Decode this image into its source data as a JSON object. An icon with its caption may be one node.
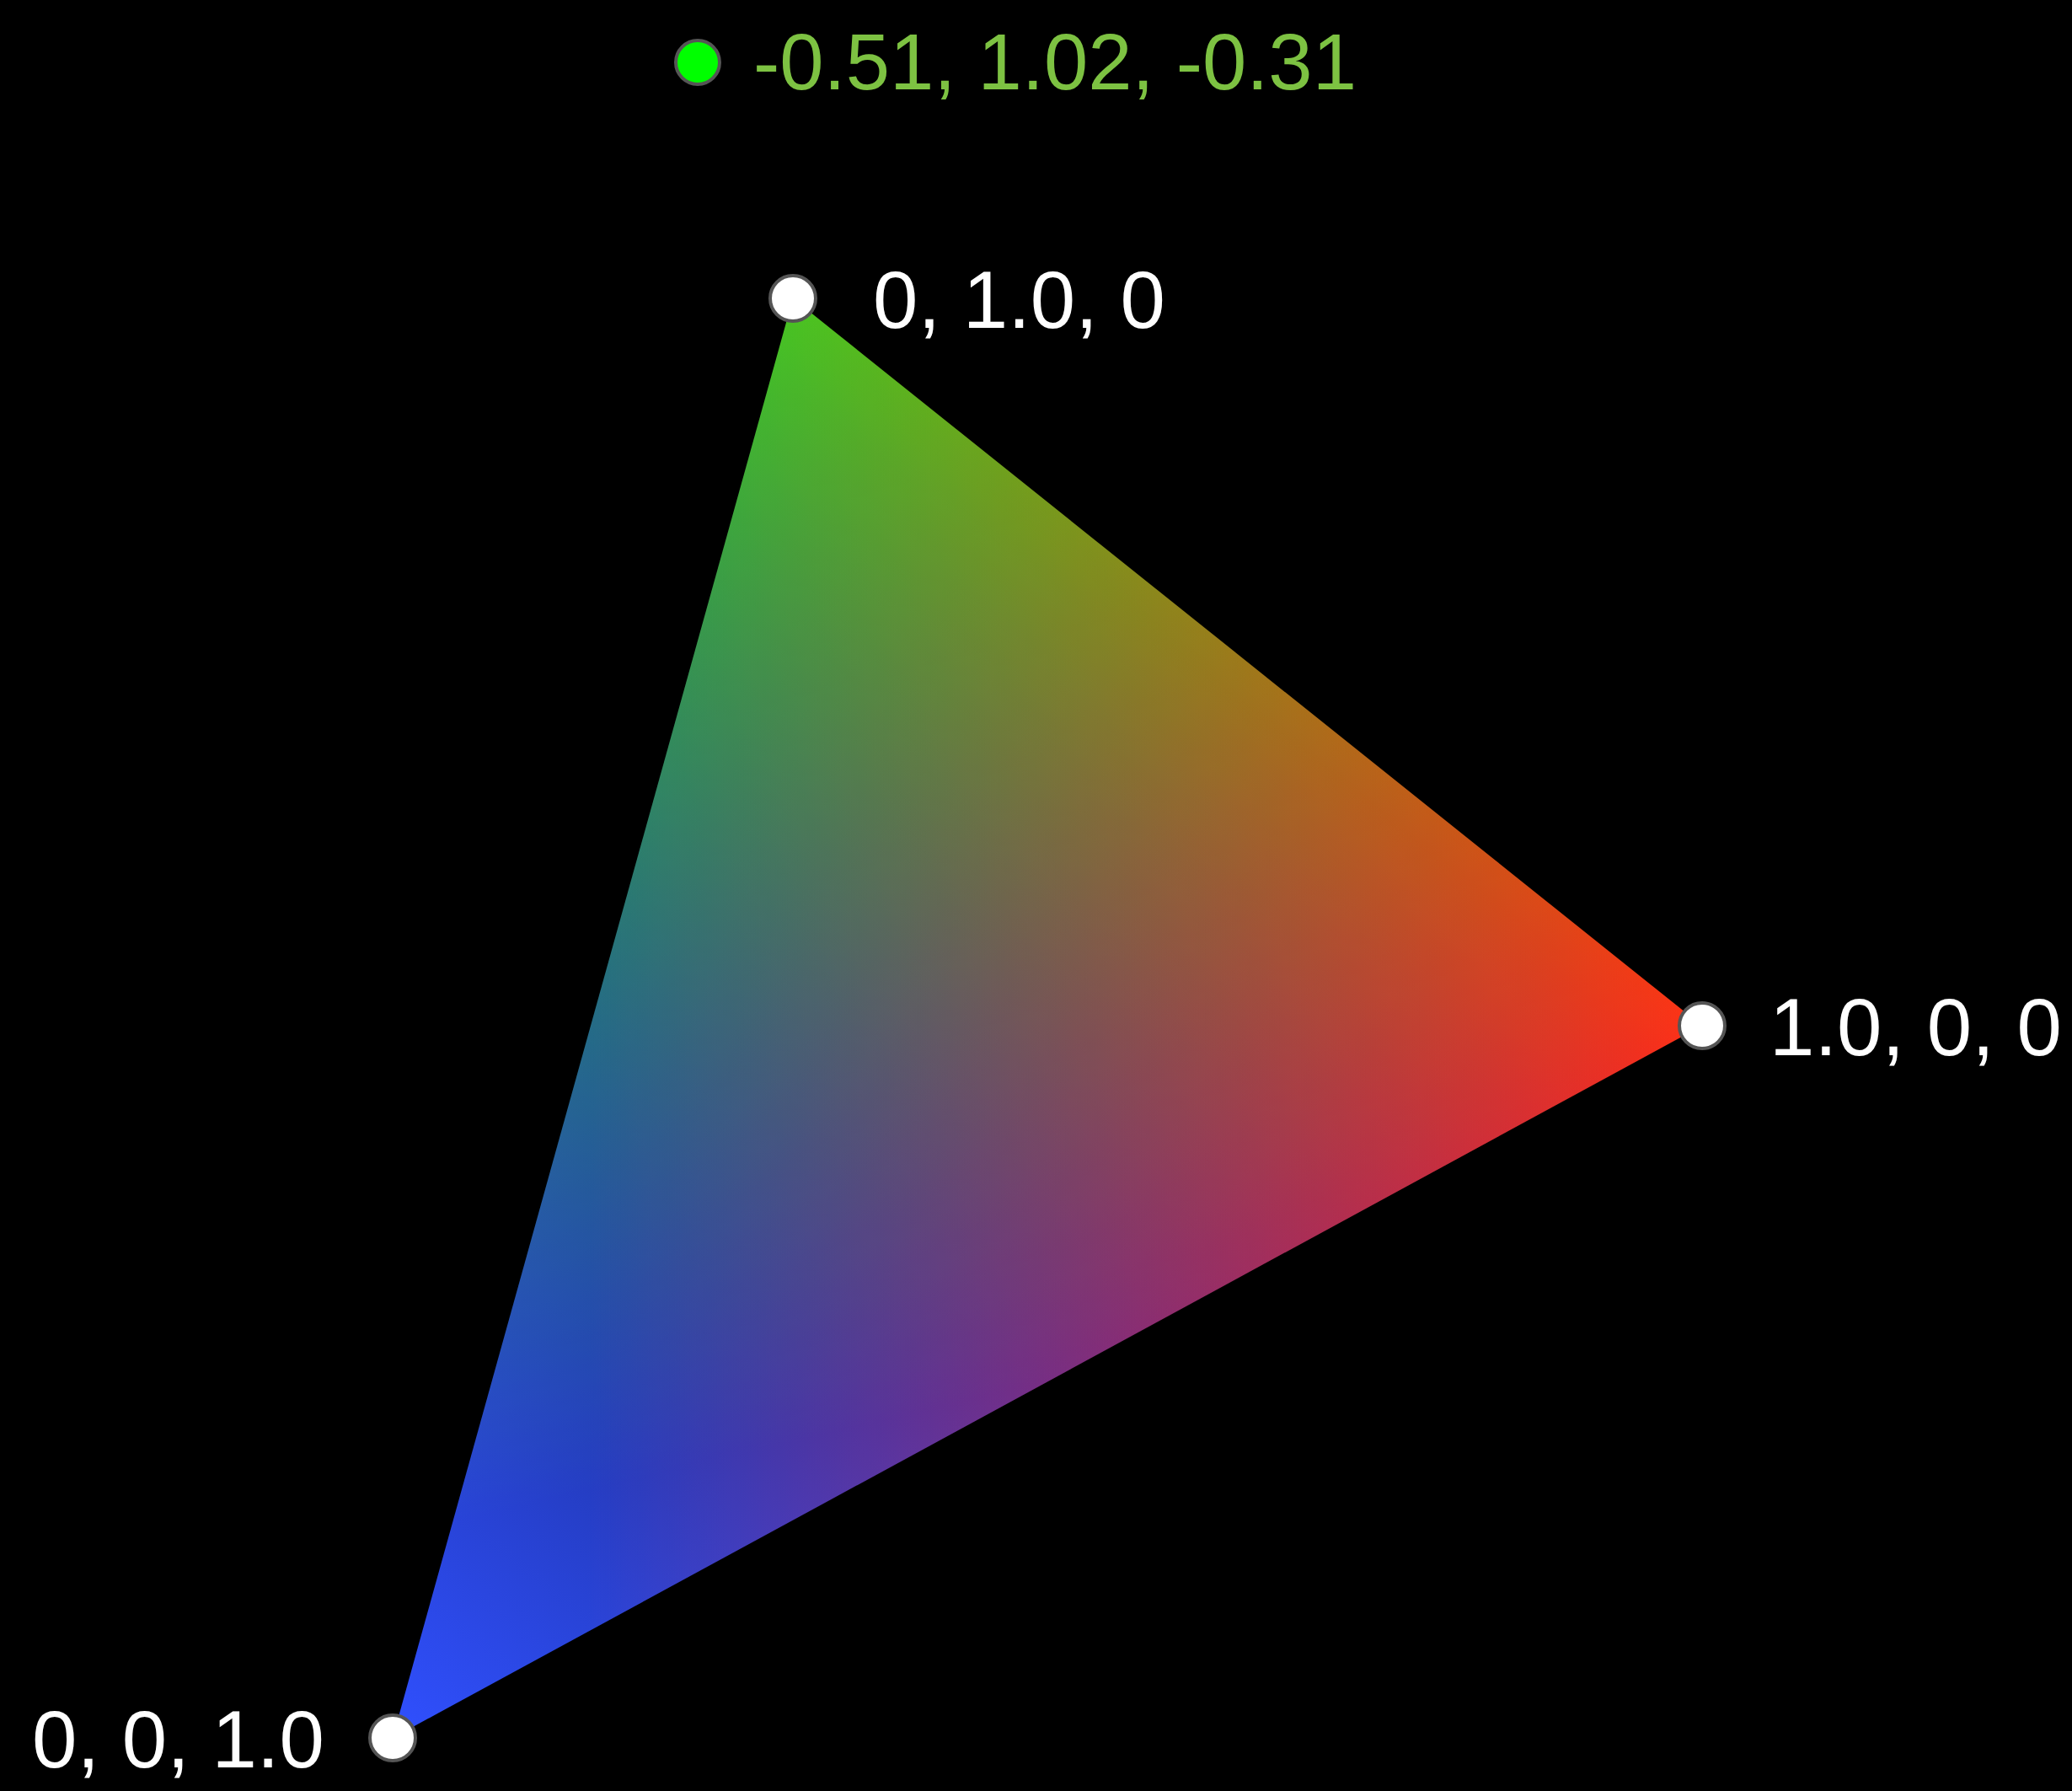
{
  "diagram": {
    "labels": [
      "0, 1.0, 0",
      "1.0, 0, 0",
      "0, 0, 1.0"
    ],
    "legend": [
      {
        "text": "-0.51, 1.02, -0.31",
        "color": "#00ff00"
      }
    ]
  }
}
